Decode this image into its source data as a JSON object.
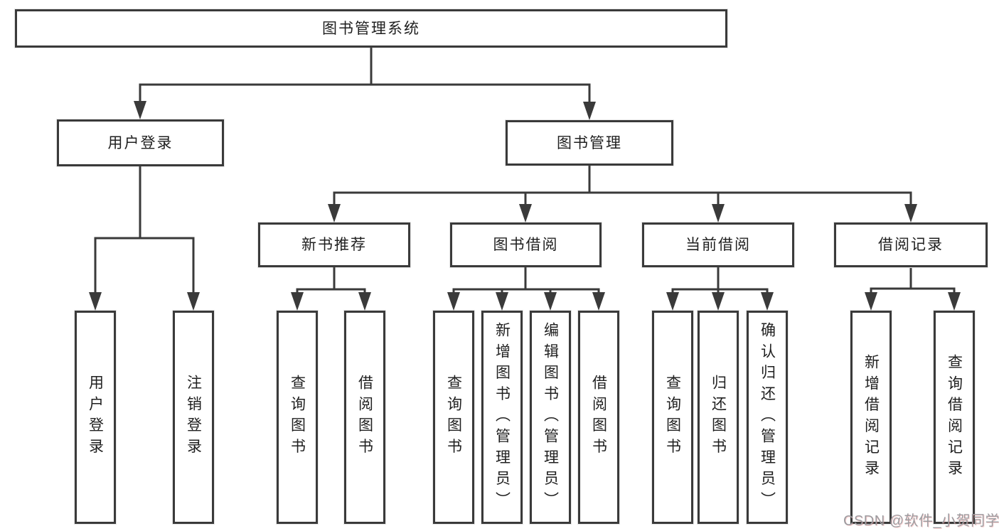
{
  "diagram": {
    "tree": {
      "label": "图书管理系统",
      "children": [
        {
          "label": "用户登录",
          "children": [
            {
              "label": "用户登录"
            },
            {
              "label": "注销登录"
            }
          ]
        },
        {
          "label": "图书管理",
          "children": [
            {
              "label": "新书推荐",
              "children": [
                {
                  "label": "查询图书"
                },
                {
                  "label": "借阅图书"
                }
              ]
            },
            {
              "label": "图书借阅",
              "children": [
                {
                  "label": "查询图书"
                },
                {
                  "label": "新增图书（管理员）"
                },
                {
                  "label": "编辑图书（管理员）"
                },
                {
                  "label": "借阅图书"
                }
              ]
            },
            {
              "label": "当前借阅",
              "children": [
                {
                  "label": "查询图书"
                },
                {
                  "label": "归还图书"
                },
                {
                  "label": "确认归还（管理员）"
                }
              ]
            },
            {
              "label": "借阅记录",
              "children": [
                {
                  "label": "新增借阅记录"
                },
                {
                  "label": "查询借阅记录"
                }
              ]
            }
          ]
        }
      ]
    },
    "line_color": "#3a3a3a",
    "text_color": "#1f1f1f"
  },
  "watermark": {
    "text": "CSDN @软件_小贺同学"
  }
}
